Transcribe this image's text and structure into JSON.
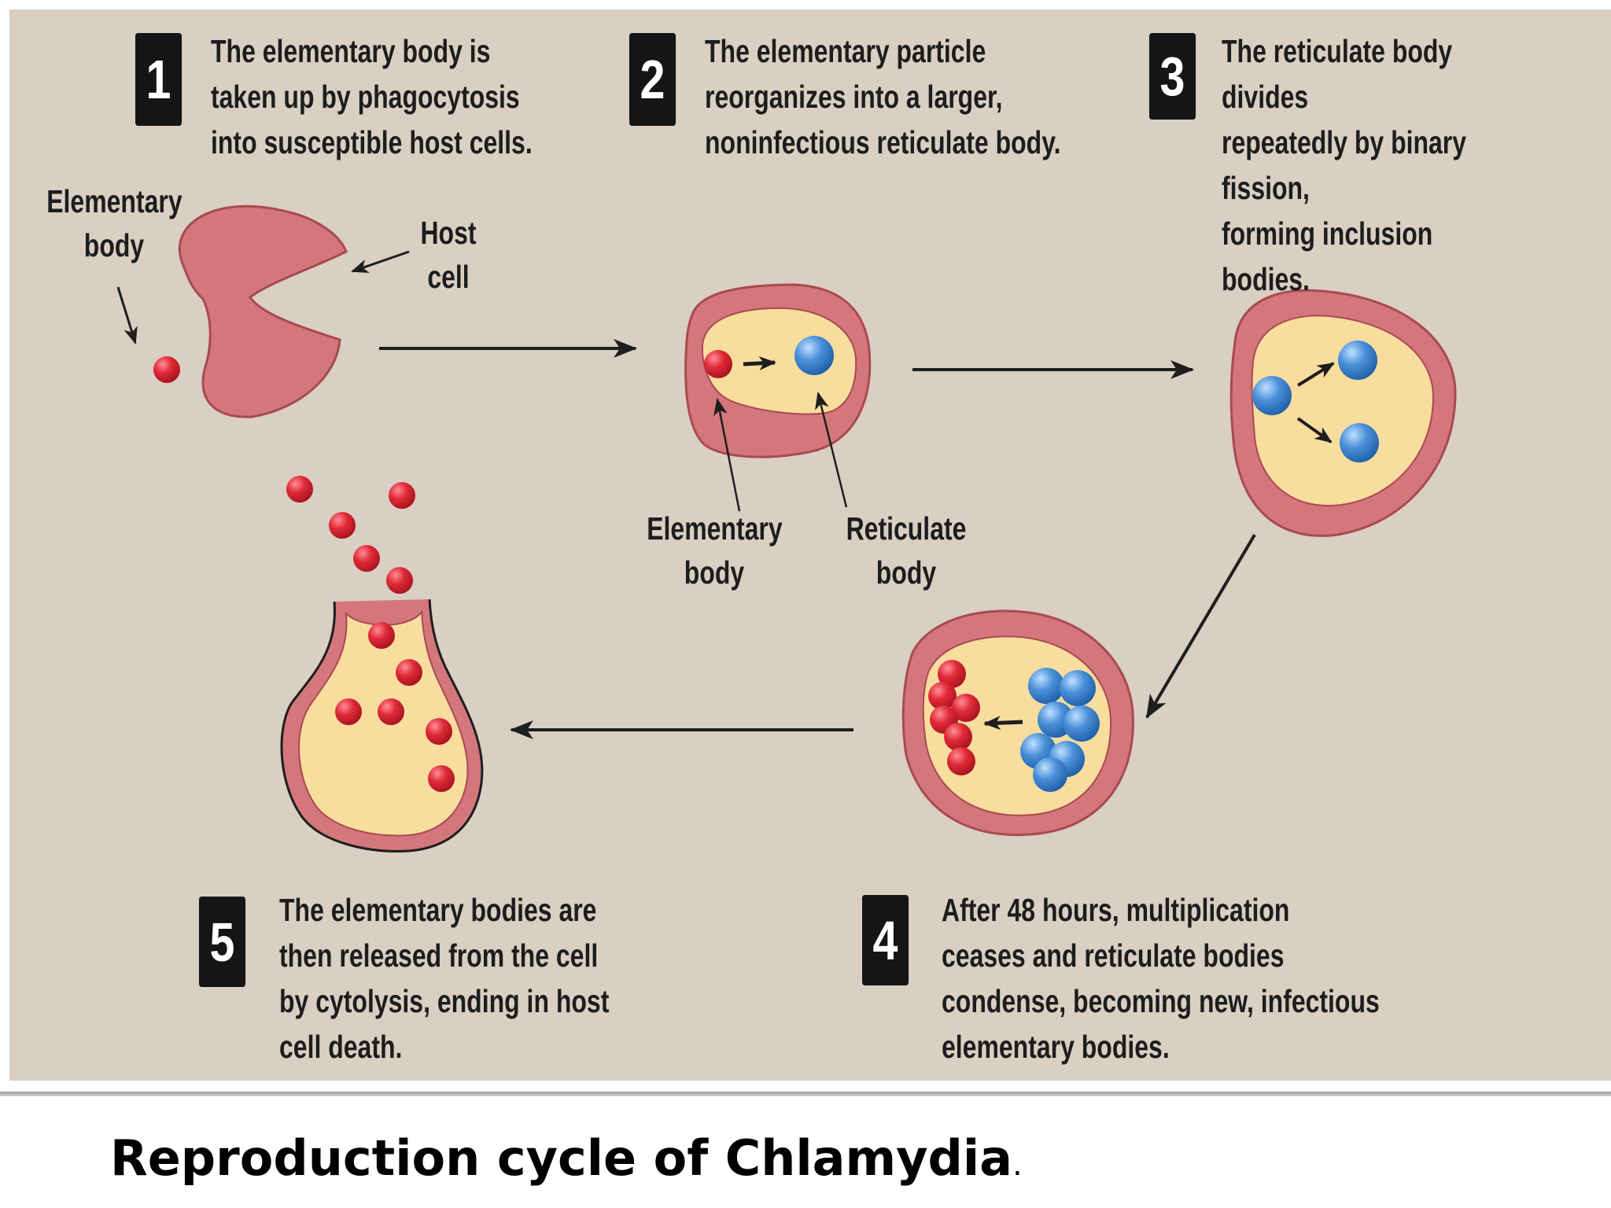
{
  "steps": [
    {
      "number": "1",
      "text": "The elementary body is\ntaken up by phagocytosis\ninto susceptible host cells."
    },
    {
      "number": "2",
      "text": "The elementary particle\nreorganizes into a larger,\nnoninfectious reticulate body."
    },
    {
      "number": "3",
      "text": "The reticulate body divides\nrepeatedly by binary fission,\nforming inclusion bodies."
    },
    {
      "number": "4",
      "text": "After 48 hours, multiplication\nceases and reticulate bodies\ncondense, becoming new, infectious\nelementary bodies."
    },
    {
      "number": "5",
      "text": "The elementary bodies are\nthen released from the cell\nby cytolysis, ending in host\ncell death."
    }
  ],
  "labels": {
    "elementary_body_1": "Elementary\nbody",
    "host_cell": "Host\ncell",
    "elementary_body_2": "Elementary\nbody",
    "reticulate_body": "Reticulate\nbody"
  },
  "caption": {
    "text": "Reproduction cycle of Chlamydia",
    "trailing": "."
  },
  "colors": {
    "panel": "#d9cfc2",
    "cell_wall": "#d4777d",
    "cytoplasm": "#f9dd9e",
    "elementary_body": "#e02a38",
    "reticulate_body": "#4a90d9",
    "arrow": "#1e1e1e"
  }
}
